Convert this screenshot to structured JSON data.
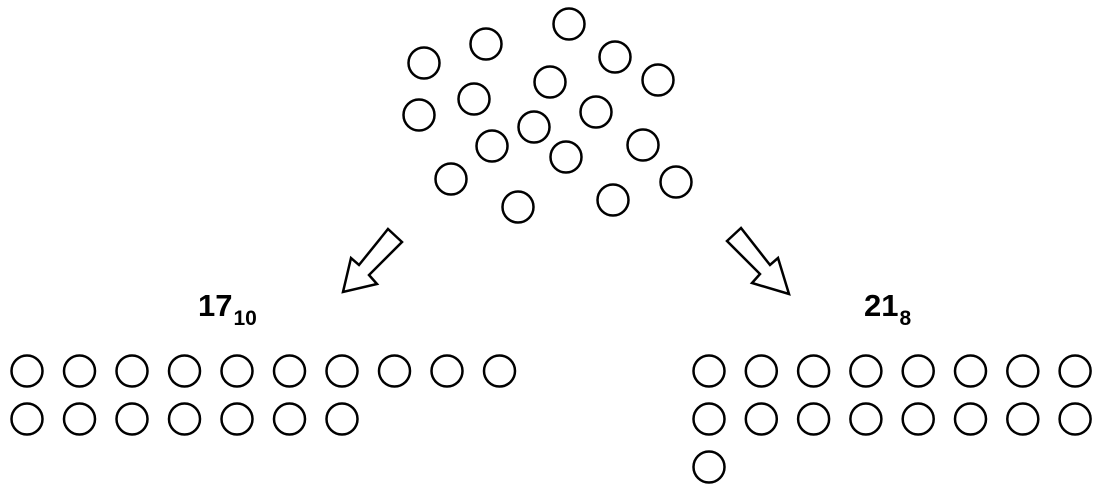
{
  "left_group": {
    "number": "17",
    "base": "10",
    "count": 17,
    "rows": [
      10,
      7
    ]
  },
  "right_group": {
    "number": "21",
    "base": "8",
    "count": 17,
    "rows": [
      8,
      8,
      1
    ]
  },
  "scattered_count": 17,
  "colors": {
    "stroke": "#000000",
    "fill": "#ffffff"
  }
}
